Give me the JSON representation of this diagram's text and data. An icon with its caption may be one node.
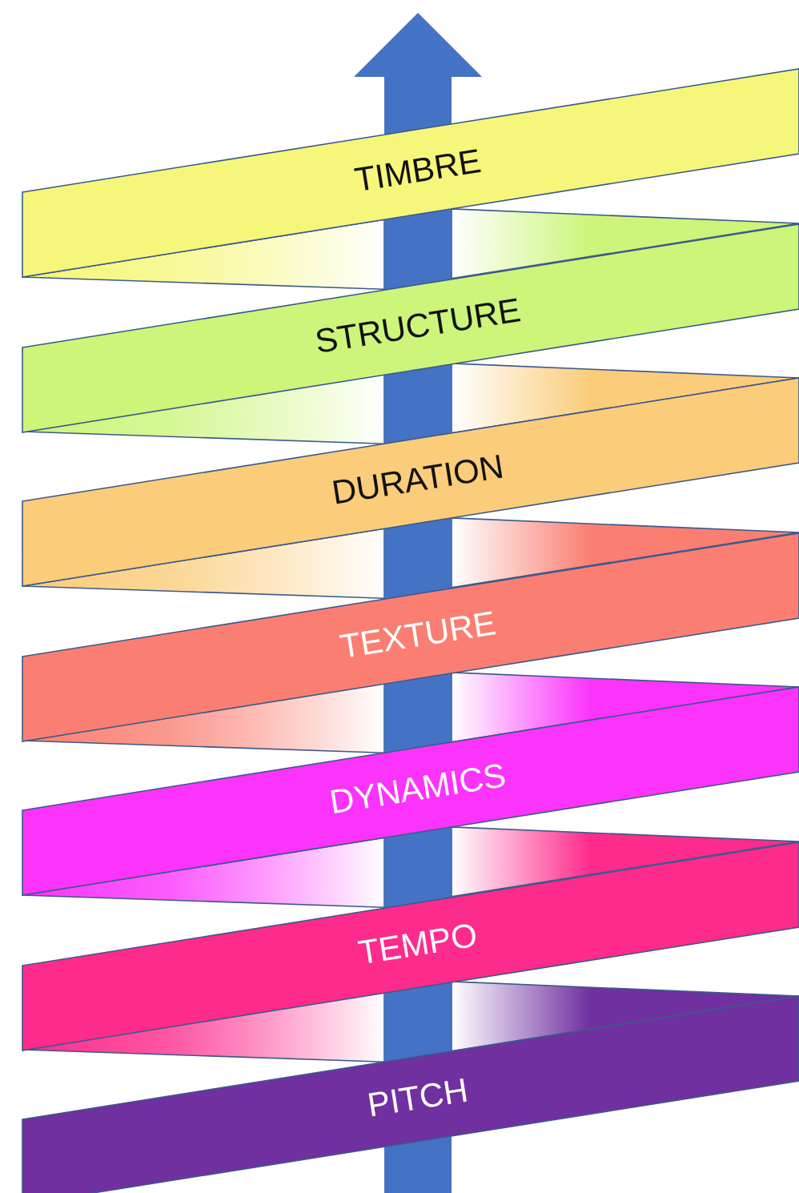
{
  "diagram": {
    "nodes": [
      {
        "text": [
          "TIMBRE"
        ]
      },
      {
        "text": [
          "STRUCTURE"
        ]
      },
      {
        "text": [
          "DURATION"
        ]
      },
      {
        "text": [
          "TEXTURE"
        ]
      },
      {
        "text": [
          "DYNAMICS"
        ]
      },
      {
        "text": [
          "TEMPO"
        ]
      },
      {
        "text": [
          "PITCH"
        ]
      }
    ]
  }
}
